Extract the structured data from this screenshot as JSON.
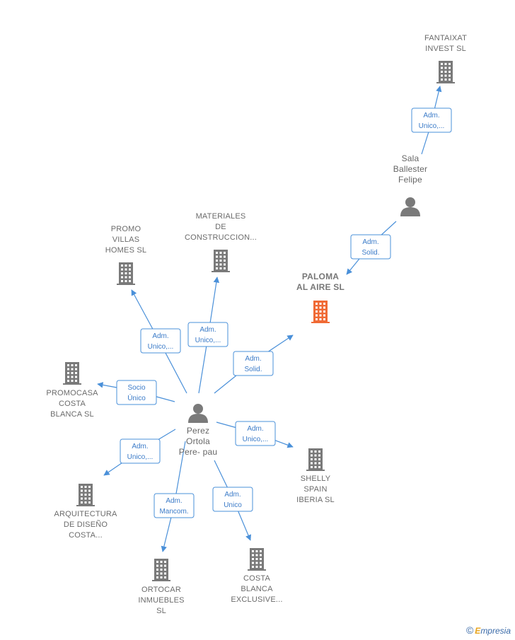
{
  "nodes": [
    {
      "id": "fantaixat",
      "type": "company",
      "label": [
        "FANTAIXAT",
        "INVEST  SL"
      ]
    },
    {
      "id": "sala",
      "type": "person",
      "label": [
        "Sala",
        "Ballester",
        "Felipe"
      ]
    },
    {
      "id": "paloma",
      "type": "company",
      "focus": true,
      "label": [
        "PALOMA",
        "AL AIRE  SL"
      ]
    },
    {
      "id": "materiales",
      "type": "company",
      "label": [
        "MATERIALES",
        "DE",
        "CONSTRUCCION..."
      ]
    },
    {
      "id": "promo",
      "type": "company",
      "label": [
        "PROMO",
        "VILLAS",
        "HOMES  SL"
      ]
    },
    {
      "id": "promocasa",
      "type": "company",
      "label": [
        "PROMOCASA",
        "COSTA",
        "BLANCA  SL"
      ]
    },
    {
      "id": "perez",
      "type": "person",
      "label": [
        "Perez",
        "Ortola",
        "Pere- pau"
      ]
    },
    {
      "id": "shelly",
      "type": "company",
      "label": [
        "SHELLY",
        "SPAIN",
        "IBERIA  SL"
      ]
    },
    {
      "id": "arquitectura",
      "type": "company",
      "label": [
        "ARQUITECTURA",
        "DE DISEÑO",
        "COSTA..."
      ]
    },
    {
      "id": "ortocar",
      "type": "company",
      "label": [
        "ORTOCAR",
        "INMUEBLES",
        "SL"
      ]
    },
    {
      "id": "costablanca",
      "type": "company",
      "label": [
        "COSTA",
        "BLANCA",
        "EXCLUSIVE..."
      ]
    }
  ],
  "edges": [
    {
      "from": "sala",
      "to": "fantaixat",
      "label": [
        "Adm.",
        "Unico,..."
      ]
    },
    {
      "from": "sala",
      "to": "paloma",
      "label": [
        "Adm.",
        "Solid."
      ]
    },
    {
      "from": "perez",
      "to": "paloma",
      "label": [
        "Adm.",
        "Solid."
      ]
    },
    {
      "from": "perez",
      "to": "materiales",
      "label": [
        "Adm.",
        "Unico,..."
      ]
    },
    {
      "from": "perez",
      "to": "promo",
      "label": [
        "Adm.",
        "Unico,..."
      ]
    },
    {
      "from": "perez",
      "to": "promocasa",
      "label": [
        "Socio",
        "Único"
      ]
    },
    {
      "from": "perez",
      "to": "shelly",
      "label": [
        "Adm.",
        "Unico,..."
      ]
    },
    {
      "from": "perez",
      "to": "arquitectura",
      "label": [
        "Adm.",
        "Unico,..."
      ]
    },
    {
      "from": "perez",
      "to": "ortocar",
      "label": [
        "Adm.",
        "Mancom."
      ]
    },
    {
      "from": "perez",
      "to": "costablanca",
      "label": [
        "Adm.",
        "Unico"
      ]
    }
  ],
  "colors": {
    "edge": "#4a90d9",
    "company": "#7a7a7a",
    "focus_company": "#f06a35",
    "person": "#7a7a7a"
  },
  "footer": {
    "copyright_symbol": "©",
    "brand_initial": "E",
    "brand_rest": "mpresia"
  }
}
